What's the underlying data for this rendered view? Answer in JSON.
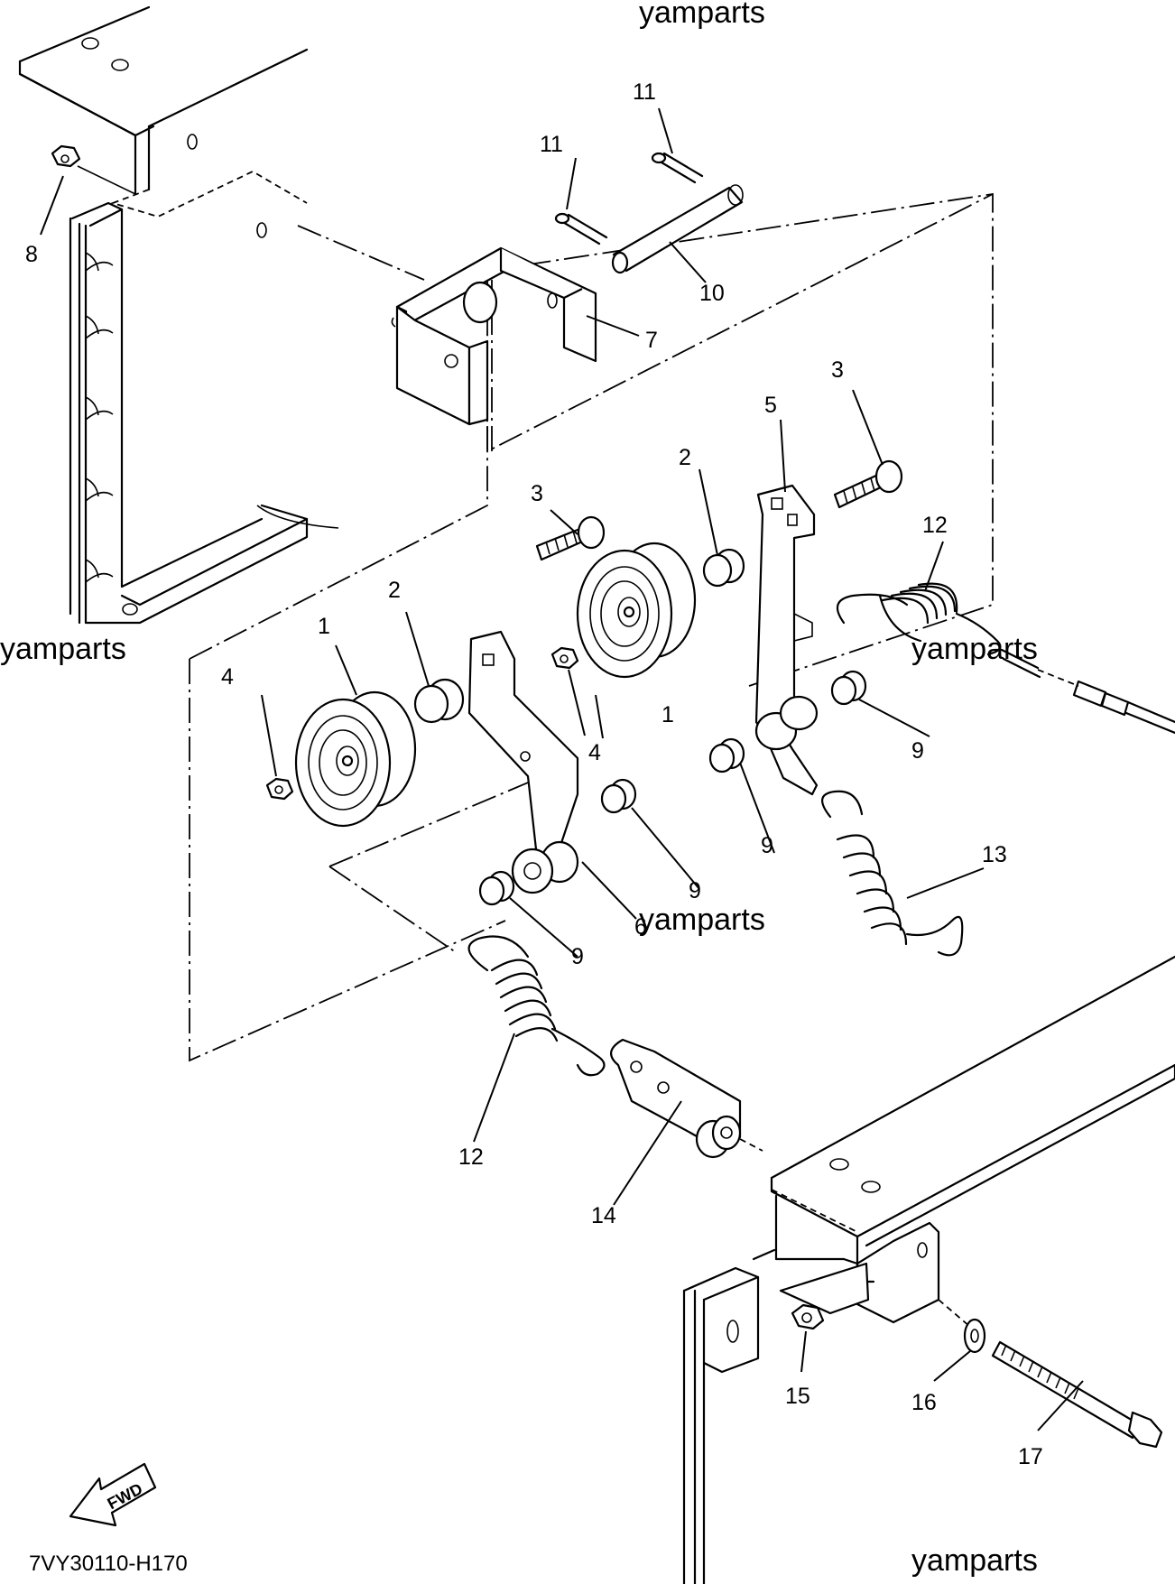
{
  "watermarks": [
    "yamparts",
    "yamparts",
    "yamparts",
    "yamparts",
    "yamparts"
  ],
  "diagram_code": "7VY30110-H170",
  "fwd_label": "FWD",
  "callouts": [
    {
      "id": "c8",
      "label": "8"
    },
    {
      "id": "c11a",
      "label": "11"
    },
    {
      "id": "c11b",
      "label": "11"
    },
    {
      "id": "c10",
      "label": "10"
    },
    {
      "id": "c7",
      "label": "7"
    },
    {
      "id": "c3a",
      "label": "3"
    },
    {
      "id": "c5",
      "label": "5"
    },
    {
      "id": "c2a",
      "label": "2"
    },
    {
      "id": "c3b",
      "label": "3"
    },
    {
      "id": "c12a",
      "label": "12"
    },
    {
      "id": "c2b",
      "label": "2"
    },
    {
      "id": "c1a",
      "label": "1"
    },
    {
      "id": "c4a",
      "label": "4"
    },
    {
      "id": "c1b",
      "label": "1"
    },
    {
      "id": "c4b",
      "label": "4"
    },
    {
      "id": "c9a",
      "label": "9"
    },
    {
      "id": "c9b",
      "label": "9"
    },
    {
      "id": "c13",
      "label": "13"
    },
    {
      "id": "c9c",
      "label": "9"
    },
    {
      "id": "c6",
      "label": "6"
    },
    {
      "id": "c9d",
      "label": "9"
    },
    {
      "id": "c12b",
      "label": "12"
    },
    {
      "id": "c14",
      "label": "14"
    },
    {
      "id": "c15",
      "label": "15"
    },
    {
      "id": "c16",
      "label": "16"
    },
    {
      "id": "c17",
      "label": "17"
    }
  ]
}
